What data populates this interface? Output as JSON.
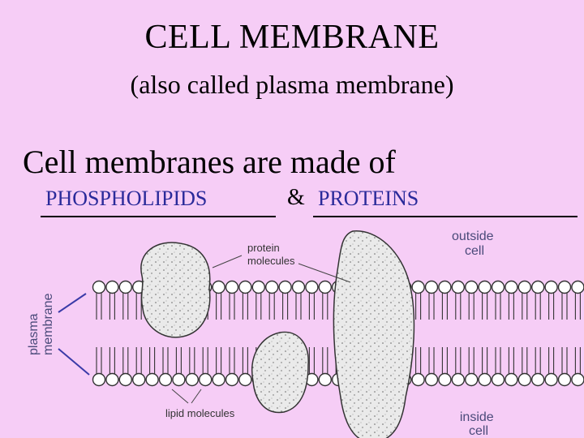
{
  "title": "CELL MEMBRANE",
  "subtitle": "(also called plasma membrane)",
  "lead": "Cell membranes are made of",
  "answers": {
    "first": "PHOSPHOLIPIDS",
    "second": "PROTEINS"
  },
  "connector": "&",
  "diagram_labels": {
    "membrane_line1": "plasma",
    "membrane_line2": "membrane",
    "protein_line1": "protein",
    "protein_line2": "molecules",
    "outside_line1": "outside",
    "outside_line2": "cell",
    "lipid": "lipid molecules",
    "inside_line1": "inside",
    "inside_line2": "cell"
  },
  "colors": {
    "background": "#f6cdf6",
    "answer_text": "#2a2a9a",
    "label_text": "#4a4a7a",
    "pointer": "#3a3aa8"
  }
}
